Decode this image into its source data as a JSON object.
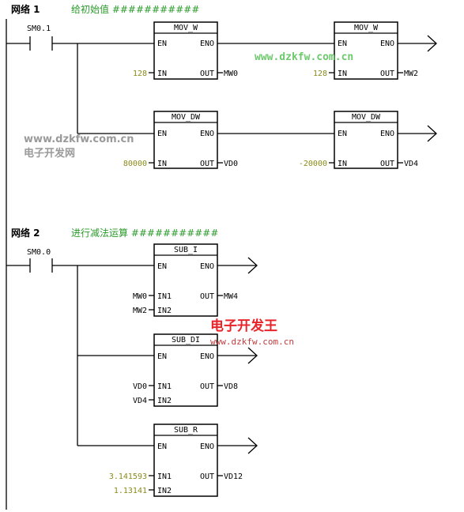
{
  "network1": {
    "title": "网络 1",
    "comment": "给初始值 ###########",
    "contact": "SM0.1",
    "blocks": [
      {
        "name": "MOV_W",
        "en": "EN",
        "eno": "ENO",
        "in_pin": "IN",
        "out_pin": "OUT",
        "in_value": "128",
        "out_value": "MW0"
      },
      {
        "name": "MOV_W",
        "en": "EN",
        "eno": "ENO",
        "in_pin": "IN",
        "out_pin": "OUT",
        "in_value": "128",
        "out_value": "MW2"
      },
      {
        "name": "MOV_DW",
        "en": "EN",
        "eno": "ENO",
        "in_pin": "IN",
        "out_pin": "OUT",
        "in_value": "80000",
        "out_value": "VD0"
      },
      {
        "name": "MOV_DW",
        "en": "EN",
        "eno": "ENO",
        "in_pin": "IN",
        "out_pin": "OUT",
        "in_value": "-20000",
        "out_value": "VD4"
      }
    ]
  },
  "network2": {
    "title": "网络 2",
    "comment": "进行减法运算 ###########",
    "contact": "SM0.0",
    "blocks": [
      {
        "name": "SUB_I",
        "en": "EN",
        "eno": "ENO",
        "in1_pin": "IN1",
        "in2_pin": "IN2",
        "out_pin": "OUT",
        "in1_value": "MW0",
        "in2_value": "MW2",
        "out_value": "MW4"
      },
      {
        "name": "SUB_DI",
        "en": "EN",
        "eno": "ENO",
        "in1_pin": "IN1",
        "in2_pin": "IN2",
        "out_pin": "OUT",
        "in1_value": "VD0",
        "in2_value": "VD4",
        "out_value": "VD8"
      },
      {
        "name": "SUB_R",
        "en": "EN",
        "eno": "ENO",
        "in1_pin": "IN1",
        "in2_pin": "IN2",
        "out_pin": "OUT",
        "in1_value": "3.141593",
        "in2_value": "1.13141",
        "out_value": "VD12"
      }
    ]
  },
  "watermarks": {
    "site_green": "www.dzkfw.com.cn",
    "site_gray": "www.dzkfw.com.cn",
    "brand_gray": "电子开发网",
    "brand_red": "电子开发王",
    "site_small": "www.dzkfw.com.cn"
  }
}
